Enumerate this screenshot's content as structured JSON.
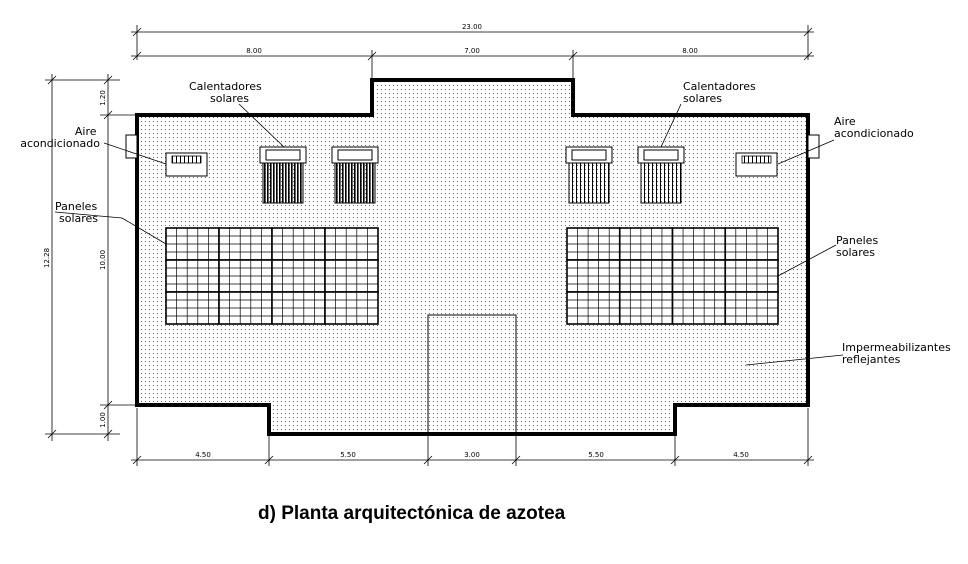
{
  "caption": "d) Planta arquitectónica de azotea",
  "dimensions": {
    "top_total": "23.00",
    "top_left": "8.00",
    "top_center": "7.00",
    "top_right": "8.00",
    "left_total": "12.28",
    "left_top": "1.20",
    "left_middle": "10.00",
    "left_bottom": "1.00",
    "bottom_1": "4.50",
    "bottom_2": "5.50",
    "bottom_3": "3.00",
    "bottom_4": "5.50",
    "bottom_5": "4.50"
  },
  "labels": {
    "heaters_left": [
      "Calentadores",
      "solares"
    ],
    "heaters_right": [
      "Calentadores",
      "solares"
    ],
    "ac_left": [
      "Aire",
      "acondicionado"
    ],
    "ac_right": [
      "Aire",
      "acondicionado"
    ],
    "panels_left": [
      "Paneles",
      "solares"
    ],
    "panels_right": [
      "Paneles",
      "solares"
    ],
    "waterproofing": [
      "Impermeabilizantes",
      "reflejantes"
    ]
  }
}
